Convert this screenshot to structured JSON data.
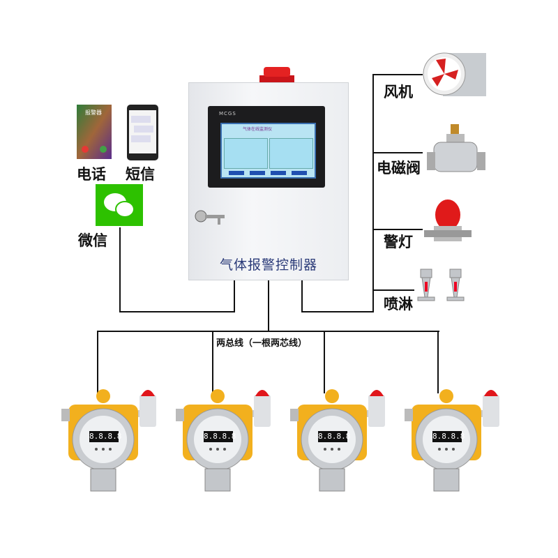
{
  "controller": {
    "label": "气体报警控制器",
    "screen_brand": "MCGS",
    "screen_title": "气体在线监测仪"
  },
  "notifications": {
    "phone_call": {
      "label": "电话",
      "screen_text": "报警器"
    },
    "sms": {
      "label": "短信"
    },
    "wechat": {
      "label": "微信"
    }
  },
  "outputs": [
    {
      "label": "风机",
      "icon": "axial-fan-icon"
    },
    {
      "label": "电磁阀",
      "icon": "solenoid-valve-icon"
    },
    {
      "label": "警灯",
      "icon": "warning-light-icon"
    },
    {
      "label": "喷淋",
      "icon": "sprinkler-icon"
    }
  ],
  "bus": {
    "label": "两总线（一根两芯线）"
  },
  "detectors": [
    {
      "display": "8.8.8.8"
    },
    {
      "display": "8.8.8.8"
    },
    {
      "display": "8.8.8.8"
    },
    {
      "display": "8.8.8.8"
    }
  ],
  "colors": {
    "line": "#111111",
    "detector_body": "#f2b01e",
    "alarm_red": "#e0161b",
    "wechat_green": "#2dc100"
  }
}
